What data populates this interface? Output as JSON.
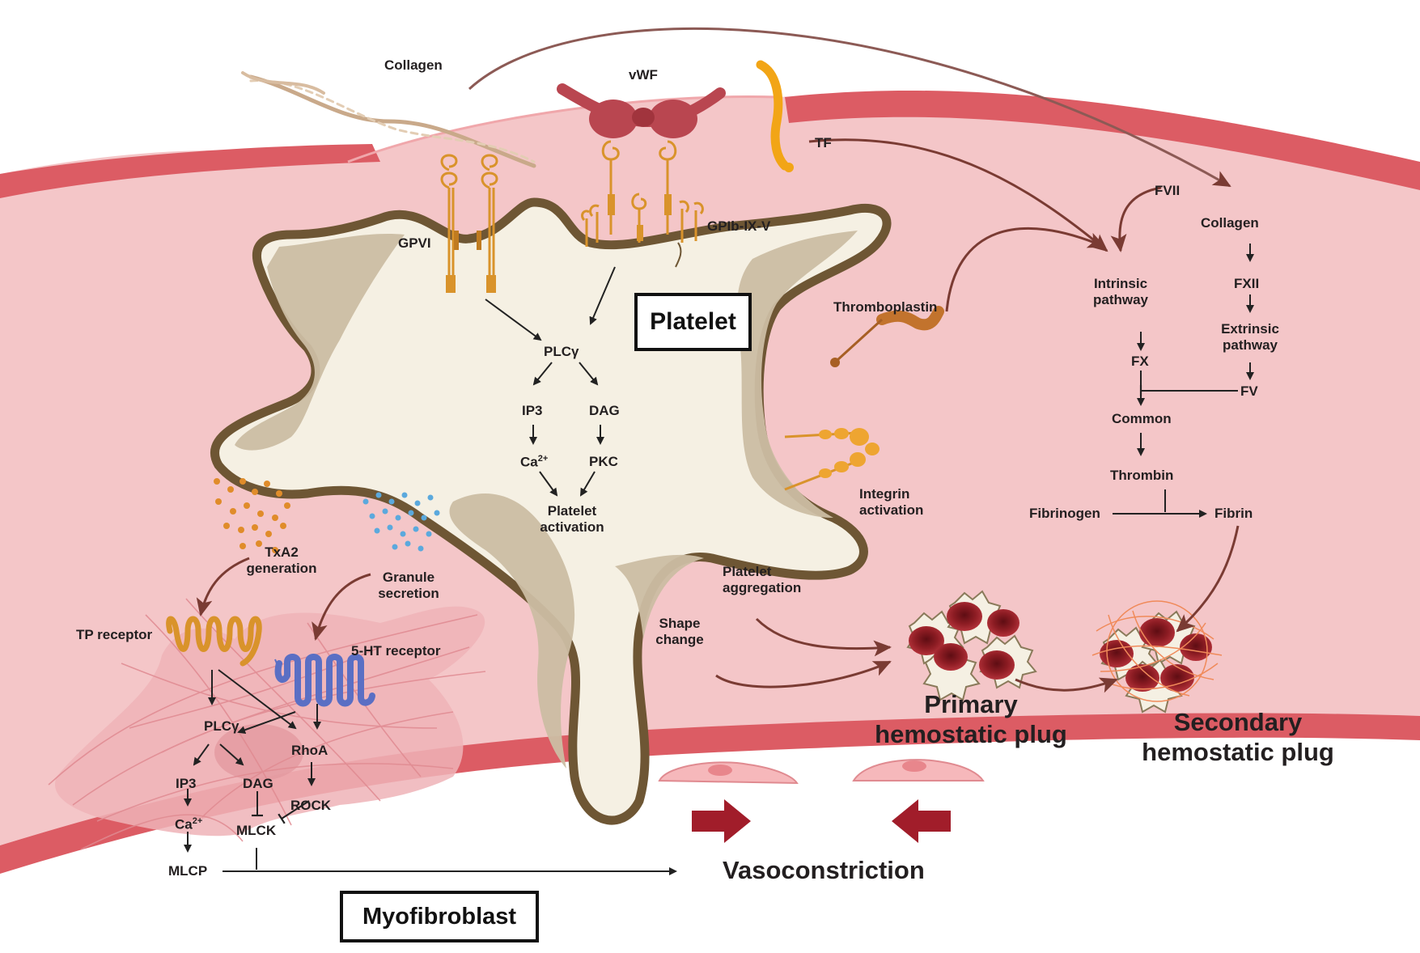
{
  "colors": {
    "vessel_wall": "#dc5c64",
    "vessel_lumen": "#f4c6c8",
    "platelet_outline": "#6e5634",
    "platelet_body": "#f5f0e3",
    "platelet_inner": "#cbbda3",
    "receptor": "#d9932b",
    "red_cell": "#8c1c23",
    "arrow_brown": "#7a3b33",
    "text": "#231f20"
  },
  "labels": {
    "collagen_top": "Collagen",
    "vwf": "vWF",
    "tf": "TF",
    "gpvi": "GPVI",
    "gpib": "GPIb-IX-V",
    "platelet_title": "Platelet",
    "plcg": "PLCγ",
    "ip3": "IP3",
    "dag": "DAG",
    "ca": "Ca",
    "ca_sup": "2+",
    "pkc": "PKC",
    "platelet_activation_1": "Platelet",
    "platelet_activation_2": "activation",
    "thromboplastin": "Thromboplastin",
    "integrin_1": "Integrin",
    "integrin_2": "activation",
    "platelet_aggregation_1": "Platelet",
    "platelet_aggregation_2": "aggregation",
    "shape_change_1": "Shape",
    "shape_change_2": "change",
    "txa2_1": "TxA2",
    "txa2_2": "generation",
    "granule_1": "Granule",
    "granule_2": "secretion",
    "tp_receptor": "TP receptor",
    "ht_receptor": "5-HT receptor",
    "primary_1": "Primary",
    "primary_2": "hemostatic plug",
    "secondary_1": "Secondary",
    "secondary_2": "hemostatic plug",
    "vasoconstriction": "Vasoconstriction",
    "myofibroblast_title": "Myofibroblast"
  },
  "coagulation": {
    "fvii": "FVII",
    "collagen": "Collagen",
    "fxii": "FXII",
    "intrinsic_1": "Intrinsic",
    "intrinsic_2": "pathway",
    "extrinsic_1": "Extrinsic",
    "extrinsic_2": "pathway",
    "fx": "FX",
    "fv": "FV",
    "common": "Common",
    "thrombin": "Thrombin",
    "fibrinogen": "Fibrinogen",
    "fibrin": "Fibrin"
  },
  "myofibroblast_pathway": {
    "plcg": "PLCγ",
    "rhoa": "RhoA",
    "ip3": "IP3",
    "dag": "DAG",
    "rock": "ROCK",
    "ca": "Ca",
    "ca_sup": "2+",
    "mlck": "MLCK",
    "mlcp": "MLCP"
  }
}
